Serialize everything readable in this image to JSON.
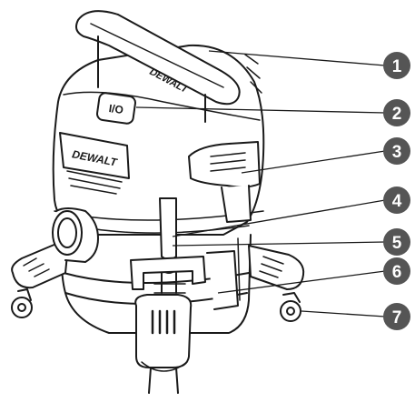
{
  "brand": {
    "handle_text": "DEWALT",
    "head_badge_text": "DEWALT",
    "power_symbol": "I/O"
  },
  "callouts": [
    {
      "number": "1"
    },
    {
      "number": "2"
    },
    {
      "number": "3"
    },
    {
      "number": "4"
    },
    {
      "number": "5"
    },
    {
      "number": "6"
    },
    {
      "number": "7"
    }
  ],
  "colors": {
    "line": "#1a1a1a",
    "callout_circle": "#555555",
    "callout_text": "#ffffff",
    "body_fill": "#ffffff"
  }
}
